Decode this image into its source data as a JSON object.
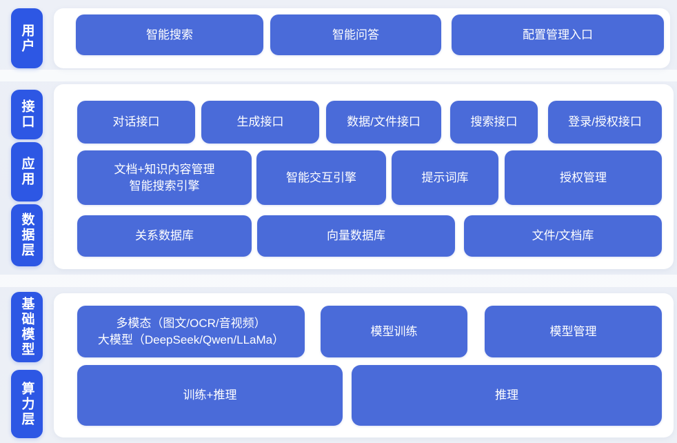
{
  "colors": {
    "page_background": "#edf0f6",
    "tab_blue": "#2d57e4",
    "button_blue": "#4a6bd9",
    "card_white": "#ffffff",
    "text_white": "#ffffff"
  },
  "tabs": [
    {
      "label": "用户"
    },
    {
      "label": "接口"
    },
    {
      "label": "应用"
    },
    {
      "label": "数据层"
    },
    {
      "label": "基础模型"
    },
    {
      "label": "算力层"
    }
  ],
  "groups": {
    "user": {
      "buttons": [
        "智能搜索",
        "智能问答",
        "配置管理入口"
      ]
    },
    "interface": {
      "buttons": [
        "对话接口",
        "生成接口",
        "数据/文件接口",
        "搜索接口",
        "登录/授权接口"
      ]
    },
    "application": {
      "buttons": [
        "文档+知识内容管理\n智能搜索引擎",
        "智能交互引擎",
        "提示词库",
        "授权管理"
      ]
    },
    "data": {
      "buttons": [
        "关系数据库",
        "向量数据库",
        "文件/文档库"
      ]
    },
    "model": {
      "buttons": [
        "多模态（图文/OCR/音视频）\n大模型（DeepSeek/Qwen/LLaMa）",
        "模型训练",
        "模型管理"
      ]
    },
    "compute": {
      "buttons": [
        "训练+推理",
        "推理"
      ]
    }
  }
}
